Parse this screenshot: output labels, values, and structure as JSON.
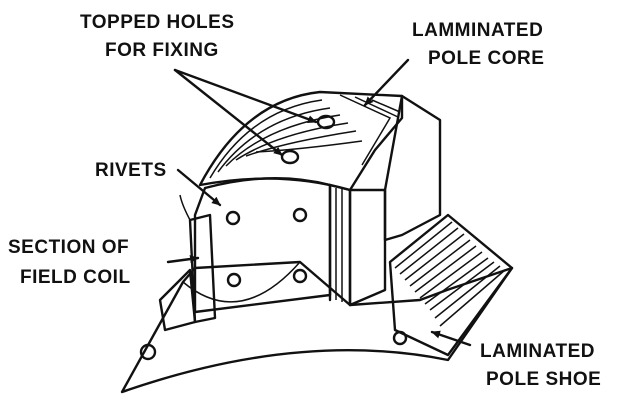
{
  "labels": {
    "topped_holes_line1": "TOPPED HOLES",
    "topped_holes_line2": "FOR FIXING",
    "laminated_pole_core_line1": "LAMMINATED",
    "laminated_pole_core_line2": "POLE CORE",
    "rivets": "RIVETS",
    "section_field_coil_line1": "SECTION OF",
    "section_field_coil_line2": "FIELD COIL",
    "laminated_pole_shoe_line1": "LAMINATED",
    "laminated_pole_shoe_line2": "POLE SHOE"
  }
}
